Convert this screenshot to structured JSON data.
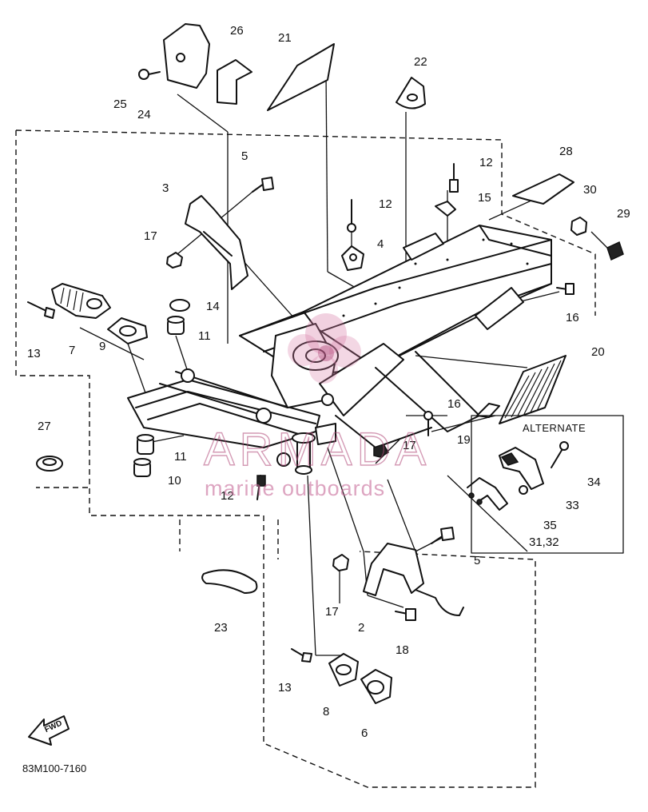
{
  "diagram": {
    "part_labels": {
      "p2": "2",
      "p3": "3",
      "p4": "4",
      "p5a": "5",
      "p5b": "5",
      "p6": "6",
      "p7": "7",
      "p8": "8",
      "p9": "9",
      "p10": "10",
      "p11a": "11",
      "p11b": "11",
      "p12a": "12",
      "p12b": "12",
      "p12c": "12",
      "p13a": "13",
      "p13b": "13",
      "p14": "14",
      "p15": "15",
      "p16a": "16",
      "p16b": "16",
      "p17a": "17",
      "p17b": "17",
      "p17c": "17",
      "p18": "18",
      "p19": "19",
      "p20": "20",
      "p21": "21",
      "p22": "22",
      "p23": "23",
      "p24": "24",
      "p25": "25",
      "p26": "26",
      "p27": "27",
      "p28": "28",
      "p29": "29",
      "p30": "30",
      "p33": "33",
      "p34": "34",
      "p35": "35",
      "p31_32": "31,32"
    },
    "alternate_box_label": "ALTERNATE",
    "fwd_label": "FWD",
    "diagram_code": "83M100-7160",
    "watermark": {
      "brand": "ARMADA",
      "tagline": "marine outboards",
      "accent_color": "#c0558a"
    }
  }
}
